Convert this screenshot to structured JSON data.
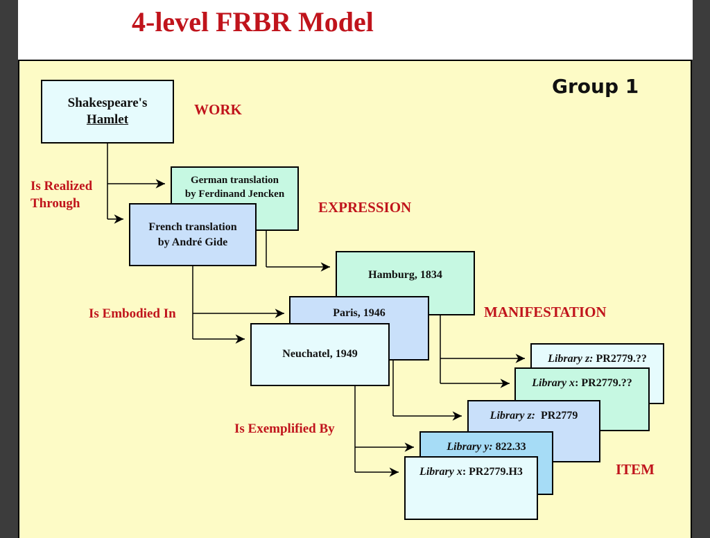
{
  "title": "4-level FRBR Model",
  "group_label": "Group 1",
  "levels": {
    "work": "WORK",
    "expression": "EXPRESSION",
    "manifestation": "MANIFESTATION",
    "item": "ITEM"
  },
  "relationships": {
    "realized_line1": "Is Realized",
    "realized_line2": "Through",
    "embodied": "Is Embodied In",
    "exemplified": "Is Exemplified By"
  },
  "work": {
    "line1": "Shakespeare's",
    "line2": "Hamlet"
  },
  "expressions": [
    {
      "line1": "German translation",
      "line2": "by Ferdinand Jencken"
    },
    {
      "line1": "French translation",
      "line2": "by André Gide"
    }
  ],
  "manifestations": [
    "Hamburg, 1834",
    "Paris, 1946",
    "Neuchatel, 1949"
  ],
  "items": [
    {
      "library": "Library z:",
      "callno": " PR2779.??"
    },
    {
      "library": "Library x",
      "callno": ": PR2779.??"
    },
    {
      "library": "Library z:",
      "callno": "  PR2779"
    },
    {
      "library": "Library y:",
      "callno": " 822.33"
    },
    {
      "library": "Library x",
      "callno": ": PR2779.H3"
    }
  ],
  "colors": {
    "title_red": "#c0141c",
    "panel_bg": "#fdfbc6",
    "work_box": "#e6fbfd",
    "expression_german": "#c6f8e2",
    "expression_french": "#c9e0fa",
    "manifestation_hamburg": "#c6f8e2",
    "manifestation_paris": "#c9e0fa",
    "manifestation_neuchatel": "#e6fbfd",
    "item_z_top": "#e6fbfd",
    "item_x_top": "#c6f8e2",
    "item_z_mid": "#c9e0fa",
    "item_y": "#a6dcf6",
    "item_x_bottom": "#e6fbfd"
  }
}
